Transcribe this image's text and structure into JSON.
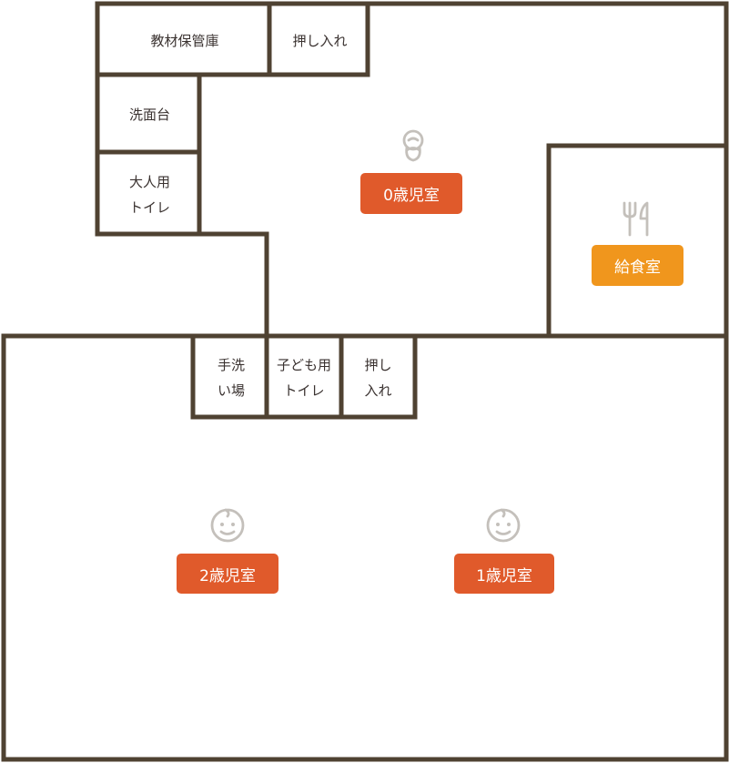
{
  "colors": {
    "wall": "#4f4232",
    "room_badge": "#e05a2b",
    "kitchen_badge": "#f0961d",
    "icon": "#c4c0bb"
  },
  "rooms": {
    "room_0": {
      "label": "0歳児室",
      "icon": "swaddled-baby-icon"
    },
    "room_1": {
      "label": "1歳児室",
      "icon": "baby-face-icon"
    },
    "room_2": {
      "label": "2歳児室",
      "icon": "baby-face-icon"
    },
    "kitchen": {
      "label": "給食室",
      "icon": "fork-knife-icon"
    }
  },
  "small_rooms": {
    "material_storage": "教材保管庫",
    "closet_top": "押し入れ",
    "washbasin": "洗面台",
    "adult_toilet": "大人用\nトイレ",
    "handwash": "手洗\nい場",
    "kids_toilet": "子ども用\nトイレ",
    "closet_bottom": "押し\n入れ"
  }
}
